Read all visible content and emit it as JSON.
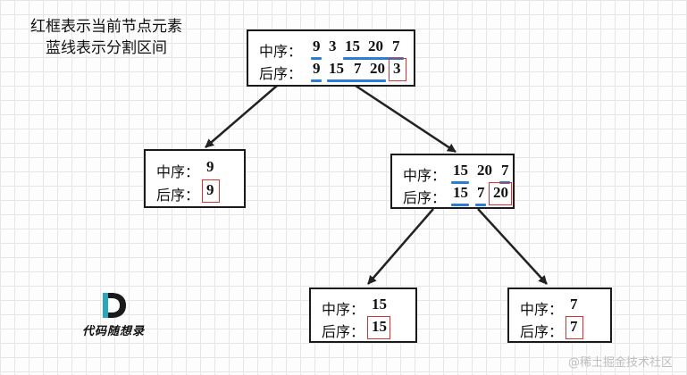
{
  "legend": {
    "line1": "红框表示当前节点元素",
    "line2": "蓝线表示分割区间"
  },
  "labels": {
    "inorder": "中序：",
    "postorder": "后序："
  },
  "nodes": {
    "root": {
      "inorder": [
        "9",
        "3",
        "15",
        "20",
        "7"
      ],
      "postorder": [
        "9",
        "15",
        "7",
        "20",
        "3"
      ],
      "current": "3"
    },
    "left": {
      "inorder": [
        "9"
      ],
      "postorder": [
        "9"
      ],
      "current": "9"
    },
    "right": {
      "inorder": [
        "15",
        "20",
        "7"
      ],
      "postorder": [
        "15",
        "7",
        "20"
      ],
      "current": "20"
    },
    "right_left": {
      "inorder": [
        "15"
      ],
      "postorder": [
        "15"
      ],
      "current": "15"
    },
    "right_right": {
      "inorder": [
        "7"
      ],
      "postorder": [
        "7"
      ],
      "current": "7"
    }
  },
  "logo": {
    "text": "代码随想录"
  },
  "watermark": "@稀土掘金技术社区",
  "colors": {
    "highlight_box": "#d9342b",
    "split_line": "#2a7fd4",
    "edge": "#222222"
  }
}
